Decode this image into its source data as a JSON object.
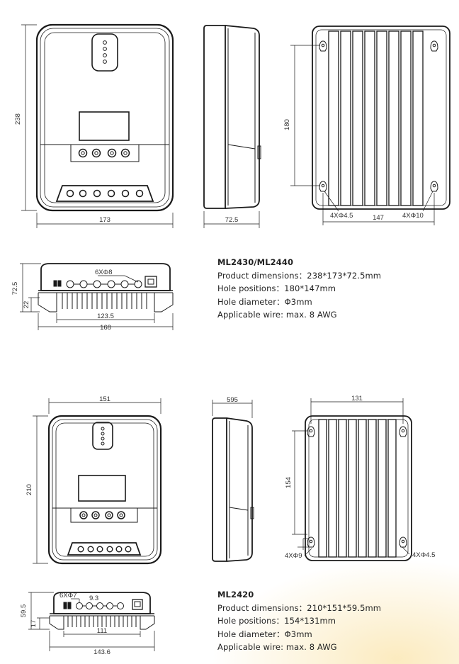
{
  "ml2430": {
    "dims": {
      "height": "238",
      "width": "173",
      "depth": "72.5",
      "holes_v": "180",
      "holes_h": "147",
      "hole_small": "4XΦ4.5",
      "hole_large": "4XΦ10",
      "bottom_holes": "6XΦ8",
      "bottom_depth": "72.5",
      "bottom_foot": "22",
      "bottom_inner": "123.5",
      "bottom_width": "168"
    },
    "spec": {
      "title": "ML2430/ML2440",
      "product": "Product dimensions：238*173*72.5mm",
      "holes": "Hole positions：180*147mm",
      "diameter": "Hole diameter：Φ3mm",
      "wire": "Applicable wire: max. 8 AWG"
    }
  },
  "ml2420": {
    "dims": {
      "height": "210",
      "width": "151",
      "depth": "595",
      "holes_h": "131",
      "holes_v": "154",
      "hole_left": "4XΦ9",
      "hole_right": "4XΦ4.5",
      "bottom_holes": "6XΦ7",
      "bottom_gap": "9.3",
      "bottom_depth": "59.5",
      "bottom_foot": "17",
      "bottom_inner": "111",
      "bottom_width": "143.6"
    },
    "spec": {
      "title": "ML2420",
      "product": "Product dimensions：210*151*59.5mm",
      "holes": "Hole positions：154*131mm",
      "diameter": "Hole diameter：Φ3mm",
      "wire": "Applicable wire: max. 8 AWG"
    }
  }
}
